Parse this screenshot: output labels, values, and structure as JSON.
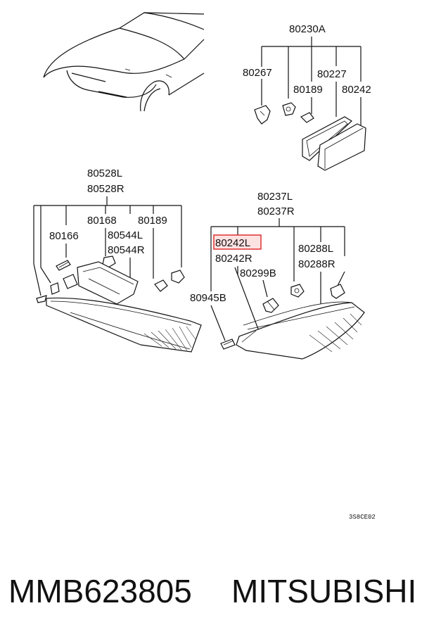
{
  "labels": {
    "p80230A": "80230A",
    "p80267": "80267",
    "p80227": "80227",
    "p80189_top": "80189",
    "p80242_top": "80242",
    "p80528L": "80528L",
    "p80528R": "80528R",
    "p80168": "80168",
    "p80189_left": "80189",
    "p80166": "80166",
    "p80544L": "80544L",
    "p80544R": "80544R",
    "p80237L": "80237L",
    "p80237R": "80237R",
    "p80242L": "80242L",
    "p80242R": "80242R",
    "p80288L": "80288L",
    "p80288R": "80288R",
    "p80299B": "80299B",
    "p80945B": "80945B"
  },
  "diagram_code": "3S8CE02",
  "highlight": {
    "part": "80242L",
    "color": "#e03030",
    "fill": "#fde2e2"
  },
  "footer": {
    "part_number": "MMB623805",
    "brand": "MITSUBISHI"
  }
}
